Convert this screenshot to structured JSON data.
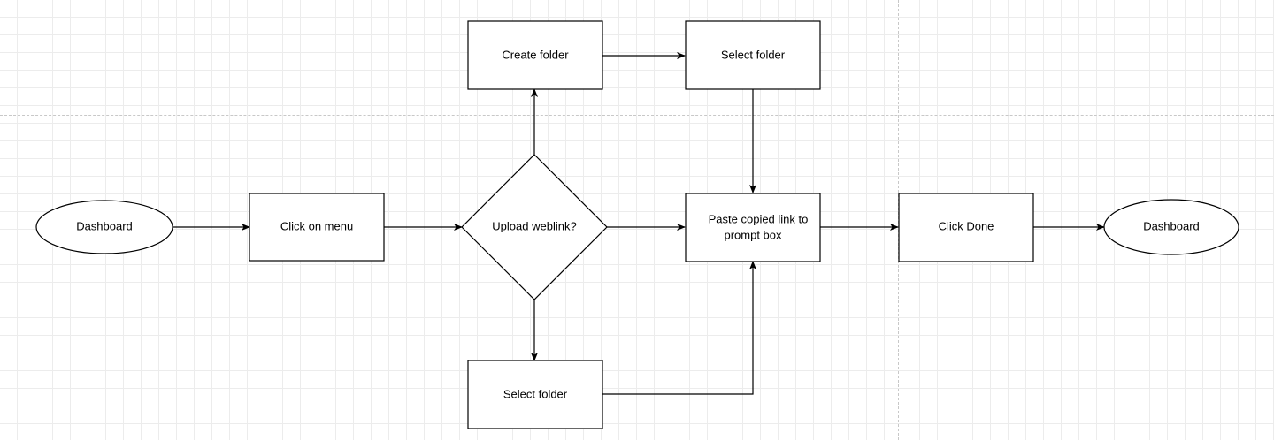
{
  "diagram": {
    "colors": {
      "stroke": "#000000",
      "fill": "#ffffff",
      "grid": "#ececec",
      "page_break": "#c8c8c8"
    },
    "nodes": {
      "start": {
        "shape": "ellipse",
        "label": "Dashboard"
      },
      "click_menu": {
        "shape": "rectangle",
        "label": "Click on menu"
      },
      "decision": {
        "shape": "diamond",
        "label": "Upload weblink?"
      },
      "create_folder": {
        "shape": "rectangle",
        "label": "Create folder"
      },
      "select_folder_top": {
        "shape": "rectangle",
        "label": "Select folder"
      },
      "select_folder_bottom": {
        "shape": "rectangle",
        "label": "Select folder"
      },
      "paste_link": {
        "shape": "rectangle",
        "label_line1": "Paste copied link to",
        "label_line2": "prompt box"
      },
      "click_done": {
        "shape": "rectangle",
        "label": "Click Done"
      },
      "end": {
        "shape": "ellipse",
        "label": "Dashboard"
      }
    },
    "edges": [
      {
        "from": "start",
        "to": "click_menu"
      },
      {
        "from": "click_menu",
        "to": "decision"
      },
      {
        "from": "decision",
        "to": "create_folder"
      },
      {
        "from": "create_folder",
        "to": "select_folder_top"
      },
      {
        "from": "select_folder_top",
        "to": "paste_link"
      },
      {
        "from": "decision",
        "to": "paste_link"
      },
      {
        "from": "decision",
        "to": "select_folder_bottom"
      },
      {
        "from": "select_folder_bottom",
        "to": "paste_link"
      },
      {
        "from": "paste_link",
        "to": "click_done"
      },
      {
        "from": "click_done",
        "to": "end"
      }
    ]
  }
}
